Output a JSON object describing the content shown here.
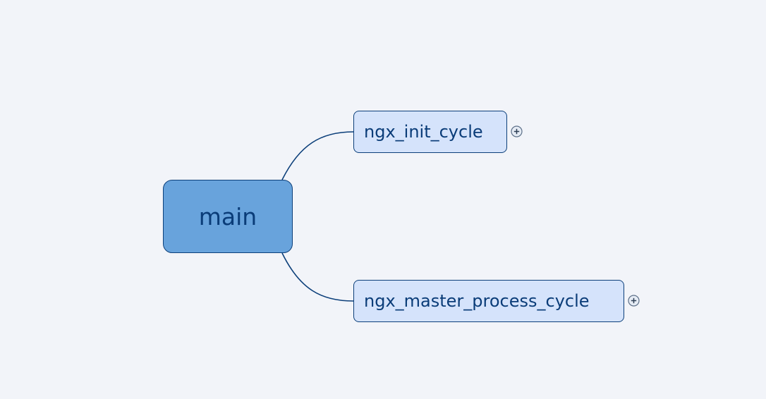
{
  "mindmap": {
    "root": {
      "label": "main",
      "fill_color": "#68a3dc",
      "border_color": "#0c3f7a",
      "text_color": "#0a3c78"
    },
    "children": [
      {
        "label": "ngx_init_cycle",
        "fill_color": "#d5e3fb",
        "expand_icon": "plus-circle-icon",
        "collapsed": true
      },
      {
        "label": "ngx_master_process_cycle",
        "fill_color": "#d5e3fb",
        "expand_icon": "plus-circle-icon",
        "collapsed": true
      }
    ],
    "connector_color": "#0c3f7a",
    "background_color": "#f2f4f9"
  }
}
